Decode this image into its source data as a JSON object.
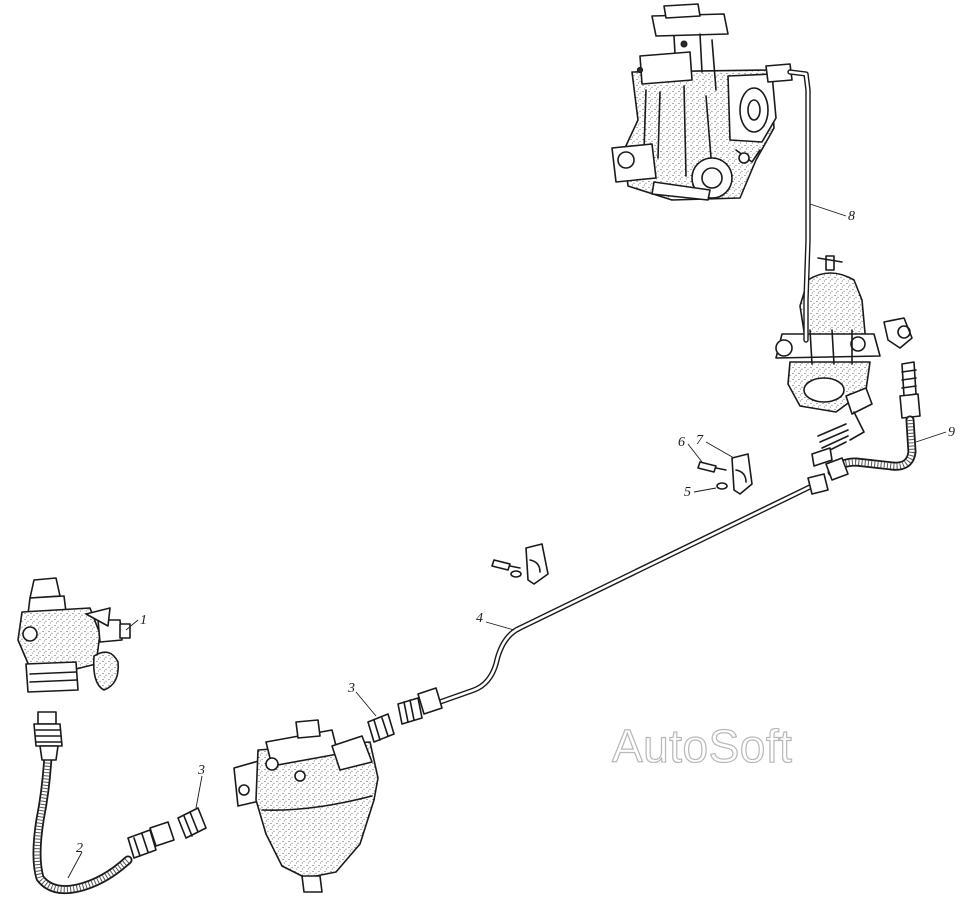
{
  "watermark": "AutoSoft",
  "callouts": {
    "c1": "1",
    "c2": "2",
    "c3a": "3",
    "c3b": "3",
    "c4": "4",
    "c5": "5",
    "c6": "6",
    "c7": "7",
    "c8": "8",
    "c9": "9"
  },
  "colors": {
    "ink": "#1a1a1a",
    "paper": "#ffffff",
    "watermark_outline": "#b8b8b8"
  }
}
